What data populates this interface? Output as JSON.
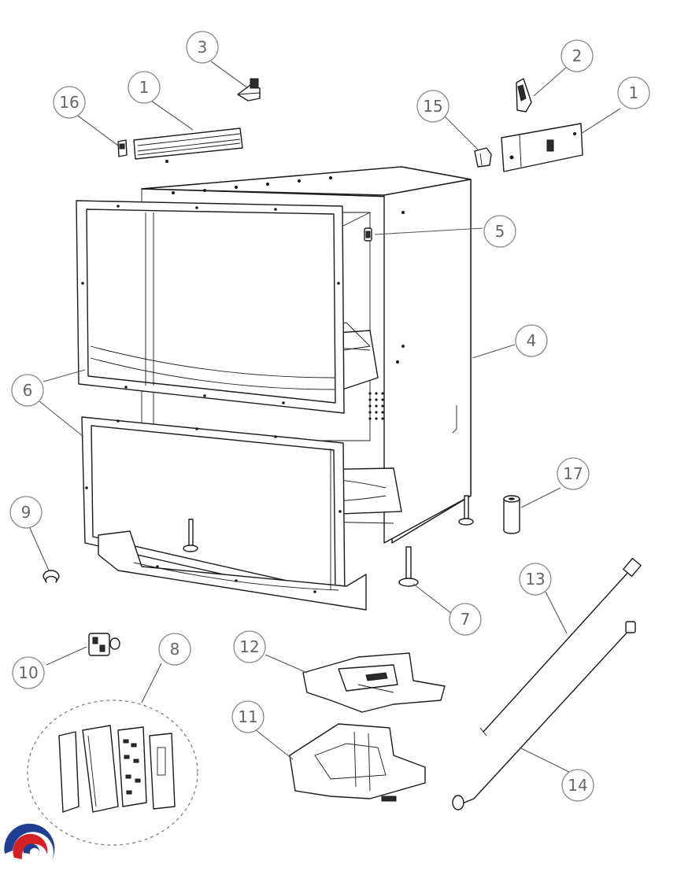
{
  "callouts": [
    {
      "id": "c1a",
      "label": "1"
    },
    {
      "id": "c1b",
      "label": "1"
    },
    {
      "id": "c2",
      "label": "2"
    },
    {
      "id": "c3",
      "label": "3"
    },
    {
      "id": "c4",
      "label": "4"
    },
    {
      "id": "c5",
      "label": "5"
    },
    {
      "id": "c6",
      "label": "6"
    },
    {
      "id": "c7",
      "label": "7"
    },
    {
      "id": "c8",
      "label": "8"
    },
    {
      "id": "c9",
      "label": "9"
    },
    {
      "id": "c10",
      "label": "10"
    },
    {
      "id": "c11",
      "label": "11"
    },
    {
      "id": "c12",
      "label": "12"
    },
    {
      "id": "c13",
      "label": "13"
    },
    {
      "id": "c14",
      "label": "14"
    },
    {
      "id": "c15",
      "label": "15"
    },
    {
      "id": "c16",
      "label": "16"
    },
    {
      "id": "c17",
      "label": "17"
    }
  ],
  "colors": {
    "logo_red": "#d32027",
    "logo_blue": "#1f3f93",
    "callout_stroke": "#8a8a8a",
    "callout_text": "#666666",
    "line": "#1a1a1a"
  }
}
